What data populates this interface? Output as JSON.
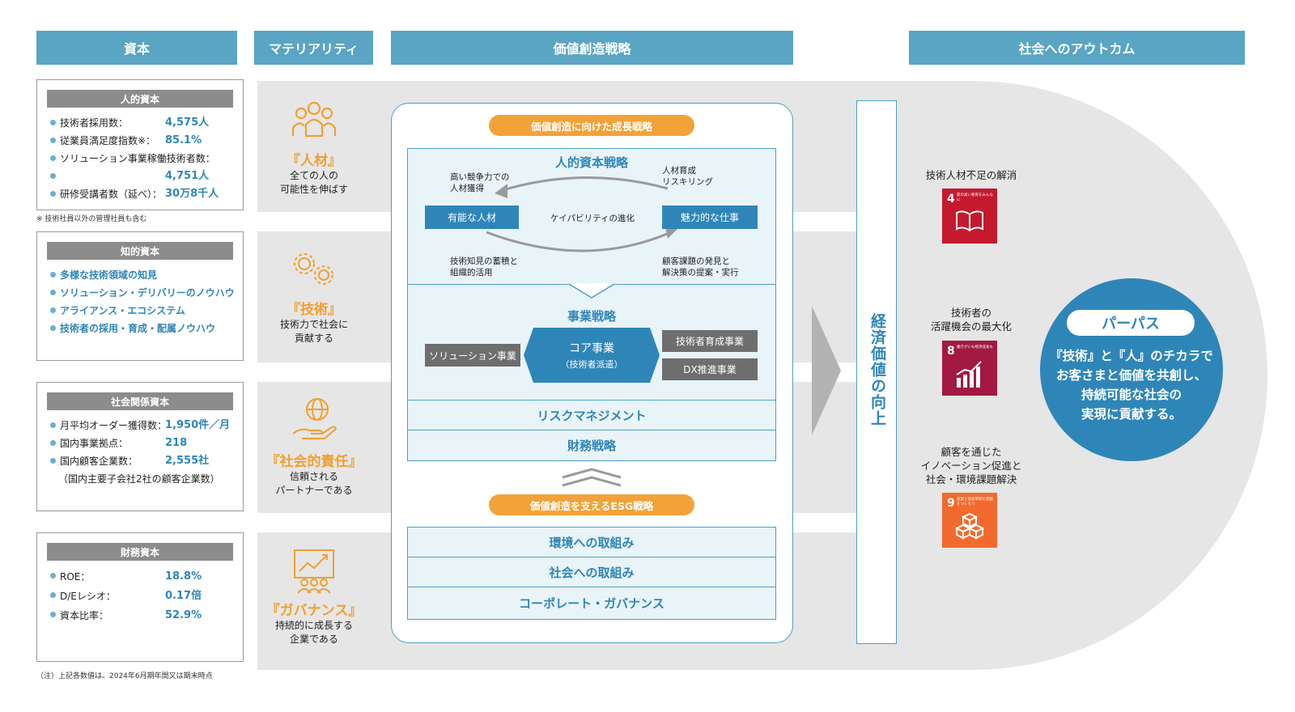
{
  "headers": {
    "capital": "資本",
    "materiality": "マテリアリティ",
    "strategy": "価値創造戦略",
    "outcome": "社会へのアウトカム"
  },
  "capitals": {
    "human": {
      "title": "人的資本",
      "rows": [
        {
          "label": "技術者採用数：",
          "value": "4,575人"
        },
        {
          "label": "従業員満足度指数※：",
          "value": "85.1%"
        },
        {
          "label": "ソリューション事業稼働技術者数：",
          "value": ""
        },
        {
          "label": "",
          "value": "4,751人"
        },
        {
          "label": "研修受講者数（延べ）：",
          "value": "30万8千人"
        }
      ],
      "note": "※ 技術社員以外の管理社員も含む"
    },
    "intellectual": {
      "title": "知的資本",
      "items": [
        "多様な技術領域の知見",
        "ソリューション・デリバリーのノウハウ",
        "アライアンス・エコシステム",
        "技術者の採用・育成・配属ノウハウ"
      ]
    },
    "social": {
      "title": "社会関係資本",
      "rows": [
        {
          "label": "月平均オーダー獲得数：",
          "value": "1,950件／月"
        },
        {
          "label": "国内事業拠点：",
          "value": "218"
        },
        {
          "label": "国内顧客企業数：",
          "value": "2,555社"
        }
      ],
      "note": "（国内主要子会社2社の顧客企業数）"
    },
    "financial": {
      "title": "財務資本",
      "rows": [
        {
          "label": "ROE：",
          "value": "18.8%"
        },
        {
          "label": "D/Eレシオ：",
          "value": "0.17倍"
        },
        {
          "label": "資本比率：",
          "value": "52.9%"
        }
      ]
    },
    "footnote": "（注）上記各数値は、2024年6月期年間又は期末時点"
  },
  "materiality": [
    {
      "icon": "people-icon",
      "title": "『人材』",
      "sub": [
        "全ての人の",
        "可能性を伸ばす"
      ]
    },
    {
      "icon": "gears-icon",
      "title": "『技術』",
      "sub": [
        "技術力で社会に",
        "貢献する"
      ]
    },
    {
      "icon": "globe-hand-icon",
      "title": "『社会的責任』",
      "sub": [
        "信頼される",
        "パートナーである"
      ]
    },
    {
      "icon": "growth-chart-icon",
      "title": "『ガバナンス』",
      "sub": [
        "持続的に成長する",
        "企業である"
      ]
    }
  ],
  "strategy": {
    "growth_pill": "価値創造に向けた成長戦略",
    "human": {
      "title": "人的資本戦略",
      "left_box": "有能な人材",
      "right_box": "魅力的な仕事",
      "center": "ケイパビリティの進化",
      "tl": [
        "高い競争力での",
        "人材獲得"
      ],
      "tr": [
        "人材育成",
        "リスキリング"
      ],
      "bl": [
        "技術知見の蓄積と",
        "組織的活用"
      ],
      "br": [
        "顧客課題の発見と",
        "解決策の提案・実行"
      ]
    },
    "business": {
      "title": "事業戦略",
      "solution": "ソリューション事業",
      "core": "コア事業",
      "core_sub": "（技術者派遣）",
      "training": "技術者育成事業",
      "dx": "DX推進事業"
    },
    "risk": "リスクマネジメント",
    "finance": "財務戦略",
    "esg_pill": "価値創造を支えるESG戦略",
    "esg": [
      "環境への取組み",
      "社会への取組み",
      "コーポレート・ガバナンス"
    ]
  },
  "economic_value": "経済価値の向上",
  "outcomes": [
    {
      "label": [
        "技術人材不足の解消"
      ],
      "sdg_num": "4",
      "sdg_caption": "質の高い教育をみんなに",
      "color": "#c5192d"
    },
    {
      "label": [
        "技術者の",
        "活躍機会の最大化"
      ],
      "sdg_num": "8",
      "sdg_caption": "働きがいも経済成長も",
      "color": "#a21942"
    },
    {
      "label": [
        "顧客を通じた",
        "イノベーション促進と",
        "社会・環境課題解決"
      ],
      "sdg_num": "9",
      "sdg_caption": "産業と技術革新の基盤をつくろう",
      "color": "#f26a2e"
    }
  ],
  "purpose": {
    "title": "パーパス",
    "lines": [
      "『技術』と『人』のチカラで",
      "お客さまと価値を共創し、",
      "持続可能な社会の",
      "実現に貢献する。"
    ]
  }
}
